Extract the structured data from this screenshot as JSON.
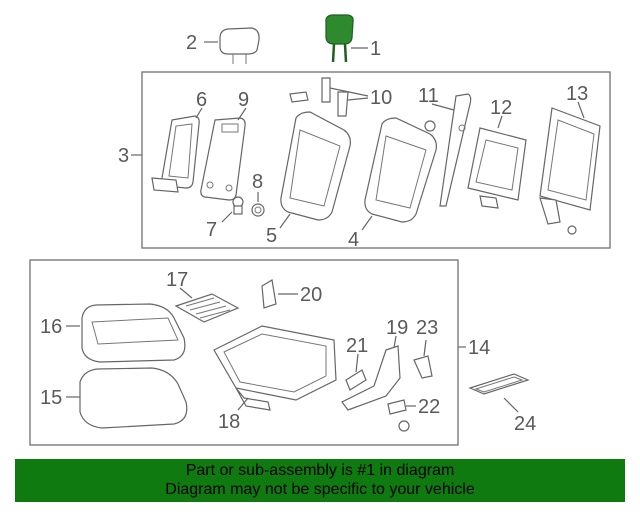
{
  "callouts": {
    "c1": "1",
    "c2": "2",
    "c3": "3",
    "c4": "4",
    "c5": "5",
    "c6": "6",
    "c7": "7",
    "c8": "8",
    "c9": "9",
    "c10": "10",
    "c11": "11",
    "c12": "12",
    "c13": "13",
    "c14": "14",
    "c15": "15",
    "c16": "16",
    "c17": "17",
    "c18": "18",
    "c19": "19",
    "c20": "20",
    "c21": "21",
    "c22": "22",
    "c23": "23",
    "c24": "24"
  },
  "banner": {
    "line1": "Part or sub-assembly is #1 in diagram",
    "line2": "Diagram may not be specific to your vehicle"
  },
  "colors": {
    "highlight_part": "#2f8a2f",
    "banner_bg": "#0f7a0f"
  }
}
